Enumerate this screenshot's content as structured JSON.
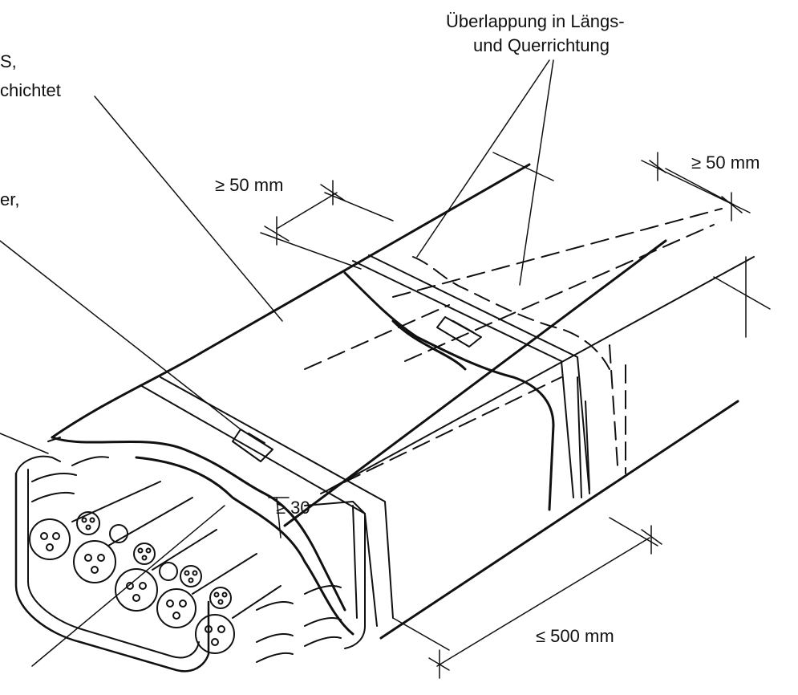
{
  "labels": {
    "overlap_line1": "Überlappung in Längs-",
    "overlap_line2": "und Querrichtung",
    "top_left_frag1": "S,",
    "top_left_frag2": "chichtet",
    "left_frag": "er,",
    "dim_50_left": "≥ 50 mm",
    "dim_50_right": "≥ 50 mm",
    "dim_30": "≥ 30",
    "dim_500": "≤ 500 mm"
  },
  "colors": {
    "ink": "#111111",
    "background": "#ffffff"
  }
}
